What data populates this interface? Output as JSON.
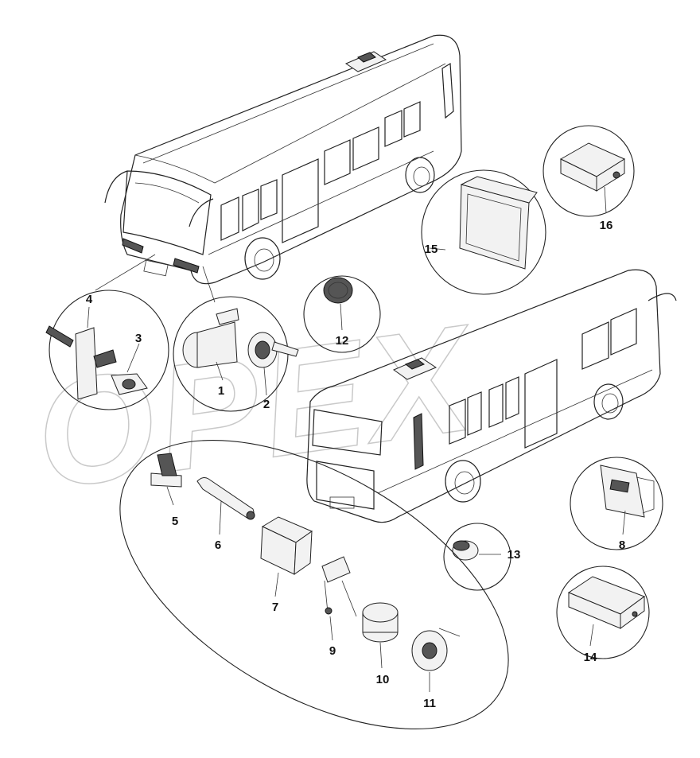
{
  "diagram": {
    "watermark": "OPEX",
    "background_color": "#ffffff",
    "line_color": "#222222",
    "callouts": [
      {
        "id": "1",
        "label": "1"
      },
      {
        "id": "2",
        "label": "2"
      },
      {
        "id": "3",
        "label": "3"
      },
      {
        "id": "4",
        "label": "4"
      },
      {
        "id": "5",
        "label": "5"
      },
      {
        "id": "6",
        "label": "6"
      },
      {
        "id": "7",
        "label": "7"
      },
      {
        "id": "8",
        "label": "8"
      },
      {
        "id": "9",
        "label": "9"
      },
      {
        "id": "10",
        "label": "10"
      },
      {
        "id": "11",
        "label": "11"
      },
      {
        "id": "12",
        "label": "12"
      },
      {
        "id": "13",
        "label": "13"
      },
      {
        "id": "14",
        "label": "14"
      },
      {
        "id": "15",
        "label": "15"
      },
      {
        "id": "16",
        "label": "16"
      }
    ],
    "icons": [
      "bus-front-icon",
      "bus-rear-icon"
    ]
  }
}
